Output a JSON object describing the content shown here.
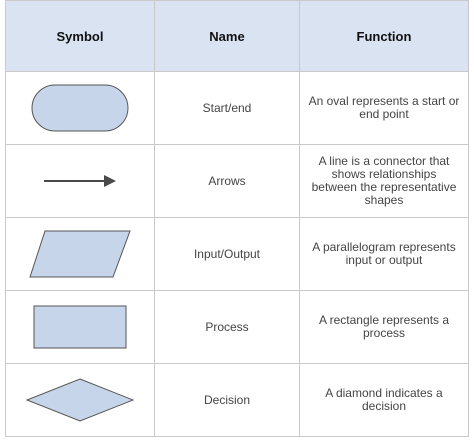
{
  "headers": {
    "symbol": "Symbol",
    "name": "Name",
    "function": "Function"
  },
  "rows": [
    {
      "icon": "oval",
      "name": "Start/end",
      "function": "An oval represents a start or end point"
    },
    {
      "icon": "arrow",
      "name": "Arrows",
      "function": "A line is a connector that shows relationships between the representative shapes"
    },
    {
      "icon": "parallelogram",
      "name": "Input/Output",
      "function": "A parallelogram represents input or output"
    },
    {
      "icon": "rectangle",
      "name": "Process",
      "function": "A rectangle represents a process"
    },
    {
      "icon": "diamond",
      "name": "Decision",
      "function": "A diamond indicates a decision"
    }
  ],
  "colors": {
    "header_bg": "#d9e3f1",
    "shape_fill": "#c6d5ea",
    "shape_stroke": "#555555",
    "border": "#c9c9c9"
  }
}
